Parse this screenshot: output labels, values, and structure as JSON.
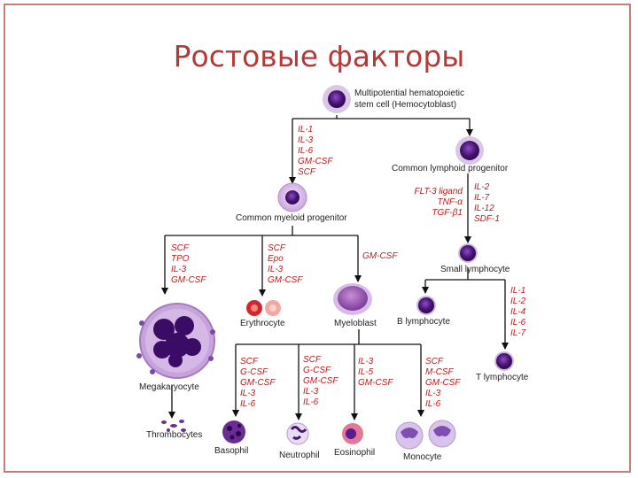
{
  "slide": {
    "title": "Ростовые факторы",
    "colors": {
      "title": "#b13b38",
      "factors": "#c0191b",
      "cell": "#5a1d8c",
      "frame": "#c57f7b"
    }
  },
  "cells": {
    "stem": [
      "Multipotential hematopoietic",
      "stem cell  (Hemocytoblast)"
    ],
    "lymphoid": "Common lymphoid progenitor",
    "myeloid": "Common myeloid progenitor",
    "small_lymphocyte": "Small lymphocyte",
    "megakaryocyte": "Megakaryocyte",
    "thrombocytes": "Thrombocytes",
    "erythrocyte": "Erythrocyte",
    "myeloblast": "Myeloblast",
    "b_lymphocyte": "B lymphocyte",
    "t_lymphocyte": "T lymphocyte",
    "basophil": "Basophil",
    "neutrophil": "Neutrophil",
    "eosinophil": "Eosinophil",
    "monocyte": "Monocyte"
  },
  "factors": {
    "to_myeloid": [
      "IL-1",
      "IL-3",
      "IL-6",
      "GM-CSF",
      "SCF"
    ],
    "to_small_lymphocyte_a": [
      "FLT-3 ligand",
      "TNF-α",
      "TGF-β1"
    ],
    "to_small_lymphocyte_b": [
      "IL-2",
      "IL-7",
      "IL-12",
      "SDF-1"
    ],
    "to_megakaryocyte": [
      "SCF",
      "TPO",
      "IL-3",
      "GM-CSF"
    ],
    "to_erythrocyte": [
      "SCF",
      "Epo",
      "IL-3",
      "GM-CSF"
    ],
    "to_myeloblast": [
      "GM-CSF"
    ],
    "to_t_lymphocyte": [
      "IL-1",
      "IL-2",
      "IL-4",
      "IL-6",
      "IL-7"
    ],
    "to_basophil": [
      "SCF",
      "G-CSF",
      "GM-CSF",
      "IL-3",
      "IL-6"
    ],
    "to_neutrophil": [
      "SCF",
      "G-CSF",
      "GM-CSF",
      "IL-3",
      "IL-6"
    ],
    "to_eosinophil": [
      "IL-3",
      "IL-5",
      "GM-CSF"
    ],
    "to_monocyte": [
      "SCF",
      "M-CSF",
      "GM-CSF",
      "IL-3",
      "IL-6"
    ]
  }
}
